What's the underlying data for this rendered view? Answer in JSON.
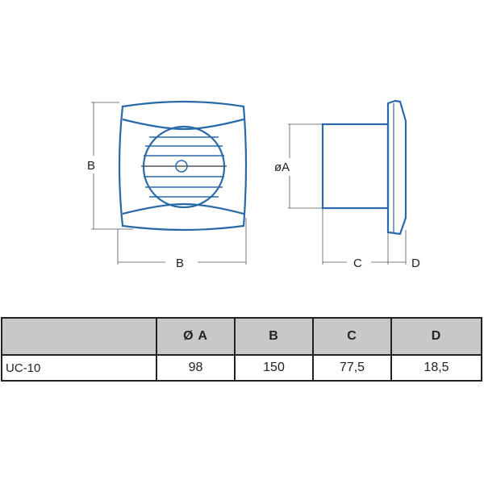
{
  "drawing": {
    "labels": {
      "front_height": "B",
      "front_width": "B",
      "diameter": "øA",
      "depth": "C",
      "flange": "D"
    },
    "stroke_color": "#2a69a8"
  },
  "table": {
    "headers": [
      "",
      "Ø A",
      "B",
      "C",
      "D"
    ],
    "rows": [
      {
        "model": "UC-10",
        "a": "98",
        "b": "150",
        "c": "77,5",
        "d": "18,5"
      }
    ]
  }
}
